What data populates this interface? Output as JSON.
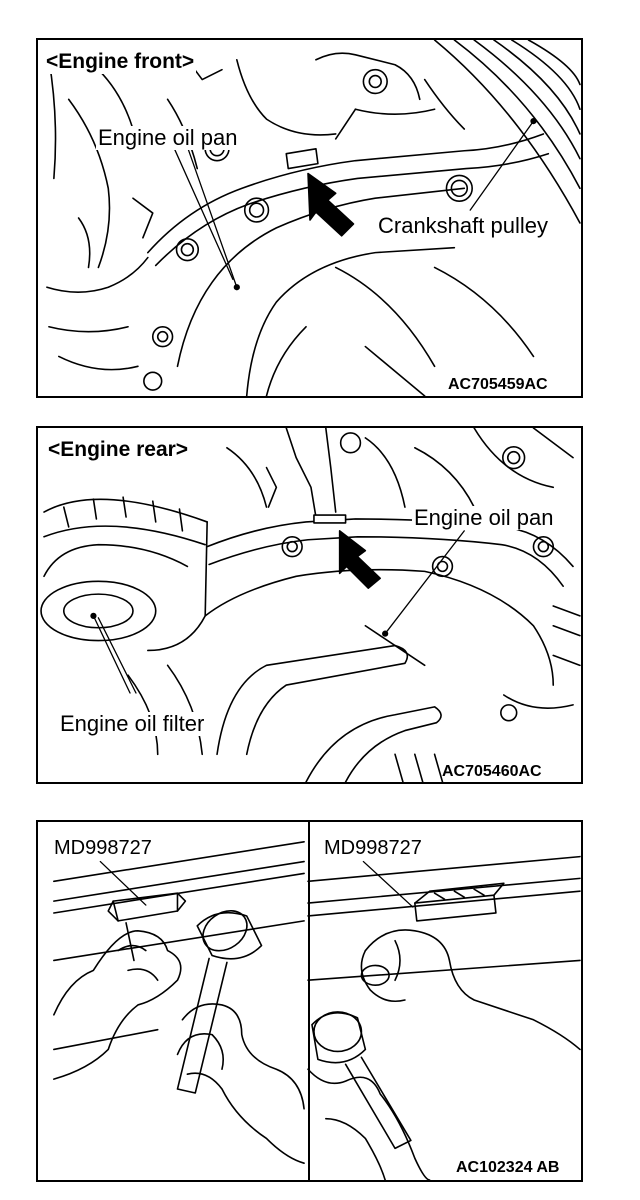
{
  "front": {
    "heading": "<Engine front>",
    "label_oil_pan": "Engine oil pan",
    "label_pulley": "Crankshaft pulley",
    "code": "AC705459AC"
  },
  "rear": {
    "heading": "<Engine rear>",
    "label_oil_pan": "Engine oil pan",
    "label_filter": "Engine oil filter",
    "code": "AC705460AC"
  },
  "tool": {
    "left_tool": "MD998727",
    "right_tool": "MD998727",
    "code": "AC102324 AB"
  }
}
